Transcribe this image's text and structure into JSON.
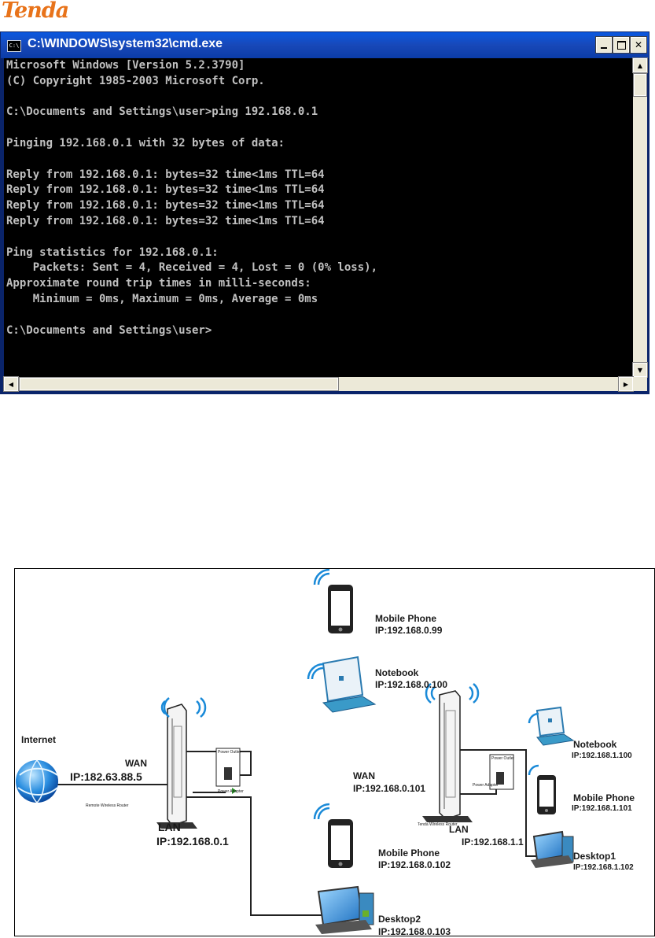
{
  "brand": {
    "logo": "Tenda",
    "color": "#e8731a"
  },
  "window": {
    "title": "C:\\WINDOWS\\system32\\cmd.exe",
    "sysicon": "C:\\",
    "buttons": [
      "minimize",
      "maximize",
      "close"
    ],
    "close_glyph": "✕",
    "scroll_up": "▲",
    "scroll_down": "▼",
    "scroll_left": "◀",
    "scroll_right": "▶",
    "lines": [
      "Microsoft Windows [Version 5.2.3790]",
      "(C) Copyright 1985-2003 Microsoft Corp.",
      "",
      "C:\\Documents and Settings\\user>ping 192.168.0.1",
      "",
      "Pinging 192.168.0.1 with 32 bytes of data:",
      "",
      "Reply from 192.168.0.1: bytes=32 time<1ms TTL=64",
      "Reply from 192.168.0.1: bytes=32 time<1ms TTL=64",
      "Reply from 192.168.0.1: bytes=32 time<1ms TTL=64",
      "Reply from 192.168.0.1: bytes=32 time<1ms TTL=64",
      "",
      "Ping statistics for 192.168.0.1:",
      "    Packets: Sent = 4, Received = 4, Lost = 0 (0% loss),",
      "Approximate round trip times in milli-seconds:",
      "    Minimum = 0ms, Maximum = 0ms, Average = 0ms",
      "",
      "C:\\Documents and Settings\\user>"
    ]
  },
  "diagram": {
    "internet": "Internet",
    "remote_router": {
      "caption": "Remote Wireless Router",
      "wan": "WAN",
      "wan_ip": "IP:182.63.88.5",
      "lan": "LAN",
      "lan_ip": "IP:192.168.0.1"
    },
    "tenda_router": {
      "caption": "Tenda Wireless Router",
      "wan": "WAN",
      "wan_ip": "IP:192.168.0.101",
      "lan": "LAN",
      "lan_ip": "IP:192.168.1.1"
    },
    "power_left": {
      "outlet": "Power Outlet",
      "adapter": "Power Adapter"
    },
    "power_right": {
      "outlet": "Power Outlet",
      "adapter": "Power Adapter"
    },
    "devices": {
      "phone1": {
        "name": "Mobile Phone",
        "ip": "IP:192.168.0.99"
      },
      "notebook1": {
        "name": "Notebook",
        "ip": "IP:192.168.0.100"
      },
      "phone2": {
        "name": "Mobile Phone",
        "ip": "IP:192.168.0.102"
      },
      "desktop2": {
        "name": "Desktop2",
        "ip": "IP:192.168.0.103"
      },
      "notebook2": {
        "name": "Notebook",
        "ip": "IP:192.168.1.100"
      },
      "phone3": {
        "name": "Mobile Phone",
        "ip": "IP:192.168.1.101"
      },
      "desktop1": {
        "name": "Desktop1",
        "ip": "IP:192.168.1.102"
      }
    }
  }
}
